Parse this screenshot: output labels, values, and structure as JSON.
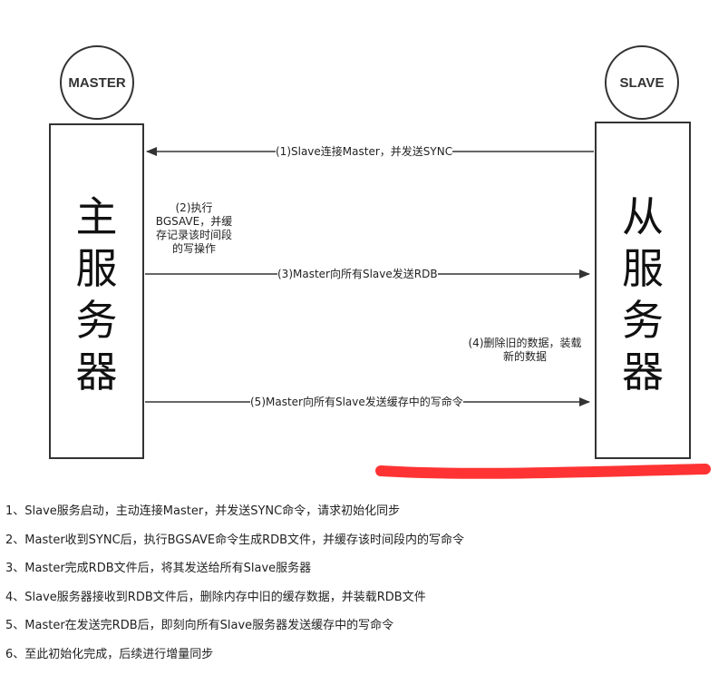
{
  "diagram": {
    "master_label": "MASTER",
    "slave_label": "SLAVE",
    "master_box_text": [
      "主",
      "服",
      "务",
      "器"
    ],
    "slave_box_text": [
      "从",
      "服",
      "务",
      "器"
    ],
    "arrows": [
      {
        "label": "(1)Slave连接Master，并发送SYNC"
      },
      {
        "label": "(3)Master向所有Slave发送RDB"
      },
      {
        "label": "(5)Master向所有Slave发送缓存中的写命令"
      }
    ],
    "note_master": [
      "(2)执行",
      "BGSAVE，并缓",
      "存记录该时间段",
      "的写操作"
    ],
    "note_slave": [
      "(4)删除旧的数据，装载",
      "新的数据"
    ],
    "highlight_color": "#ff3333"
  },
  "steps": [
    "1、Slave服务启动，主动连接Master，并发送SYNC命令，请求初始化同步",
    "2、Master收到SYNC后，执行BGSAVE命令生成RDB文件，并缓存该时间段内的写命令",
    "3、Master完成RDB文件后，将其发送给所有Slave服务器",
    "4、Slave服务器接收到RDB文件后，删除内存中旧的缓存数据，并装载RDB文件",
    "5、Master在发送完RDB后，即刻向所有Slave服务器发送缓存中的写命令",
    "6、至此初始化完成，后续进行增量同步"
  ]
}
